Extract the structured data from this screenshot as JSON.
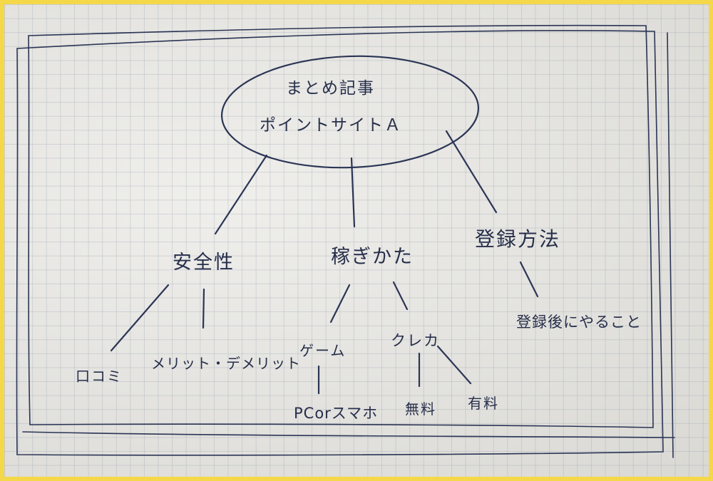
{
  "diagram": {
    "root": {
      "line1": "まとめ記事",
      "line2": "ポイントサイトＡ"
    },
    "branches": {
      "safety": {
        "label": "安全性",
        "children": {
          "reviews": "口コミ",
          "merits": "メリット・デメリット"
        }
      },
      "earning": {
        "label": "稼ぎかた",
        "children": {
          "game": "ゲーム",
          "device": "PCorスマホ",
          "credit": "クレカ",
          "free": "無料",
          "paid": "有料"
        }
      },
      "register": {
        "label": "登録方法",
        "children": {
          "after": "登録後にやること"
        }
      }
    },
    "colors": {
      "ink": "#2b3555",
      "paper": "#e7e6e1",
      "border": "#f4d84a"
    }
  }
}
